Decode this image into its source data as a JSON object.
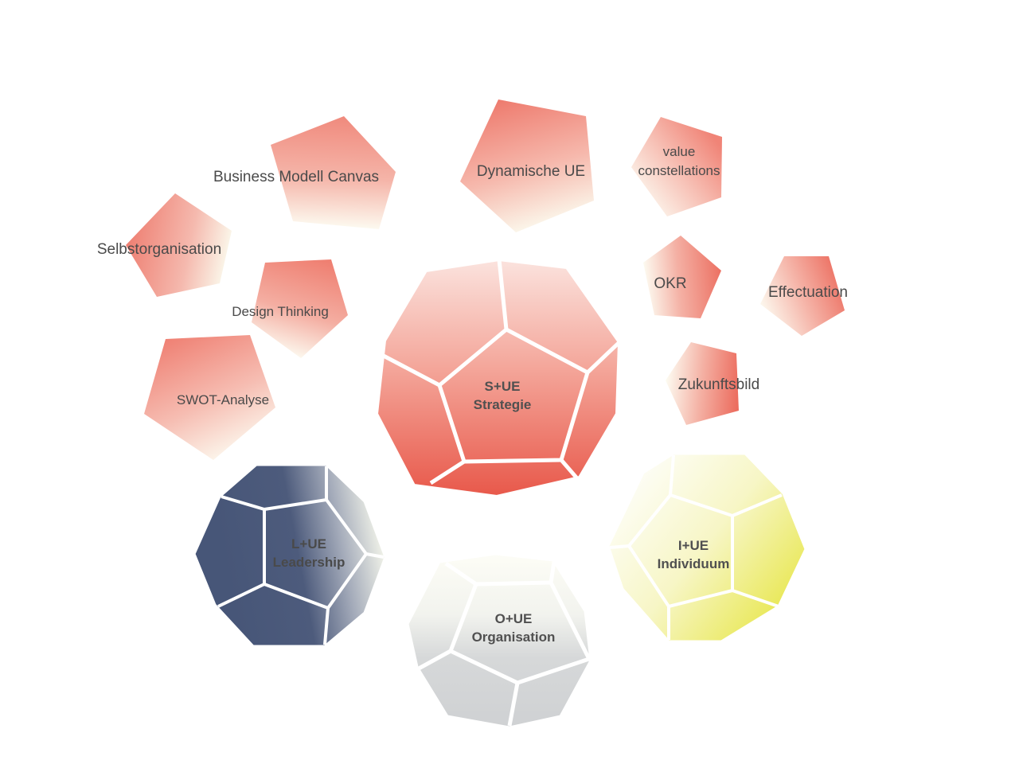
{
  "colors": {
    "strategy": "#e8584a",
    "strategy_light": "#f6c9c1",
    "leadership": "#475678",
    "individuum": "#e9e84e",
    "organisation": "#cfd1d3",
    "pale": "#fbfdf2"
  },
  "methods": [
    {
      "label": "Business Modell Canvas"
    },
    {
      "label": "Dynamische UE"
    },
    {
      "label_line1": "value",
      "label_line2": "constellations"
    },
    {
      "label": "Selbstorganisation"
    },
    {
      "label": "Design Thinking"
    },
    {
      "label": "OKR"
    },
    {
      "label": "Effectuation"
    },
    {
      "label": "SWOT-Analyse"
    },
    {
      "label": "Zukunftsbild"
    }
  ],
  "dodecahedra": {
    "strategie": {
      "code": "S+UE",
      "name": "Strategie"
    },
    "leadership": {
      "code": "L+UE",
      "name": "Leadership"
    },
    "individuum": {
      "code": "I+UE",
      "name": "Individuum"
    },
    "organisation": {
      "code": "O+UE",
      "name": "Organisation"
    }
  }
}
